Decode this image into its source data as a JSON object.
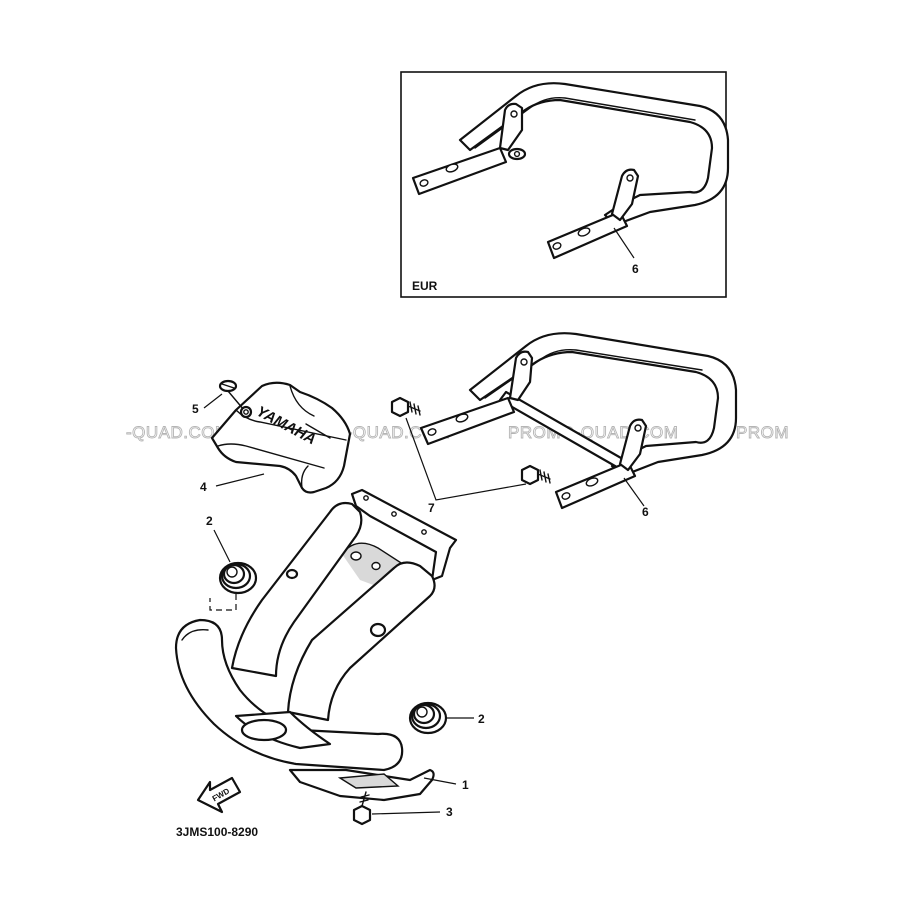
{
  "inset": {
    "region_label": "EUR"
  },
  "callouts": {
    "c1": "1",
    "c2a": "2",
    "c2b": "2",
    "c3": "3",
    "c4": "4",
    "c5": "5",
    "c6_inset": "6",
    "c6_main": "6",
    "c7": "7"
  },
  "cover_logo": "YAMAHA",
  "fwd_label": "FWD",
  "diagram_code": "3JMS100-8290",
  "watermarks": [
    "-QUAD.COM",
    "PROMO-QUAD.COM",
    "PROMO-QUAD.COM",
    "PROM"
  ],
  "colors": {
    "line": "#111111",
    "watermark": "#b5b5b5",
    "background": "#ffffff"
  }
}
